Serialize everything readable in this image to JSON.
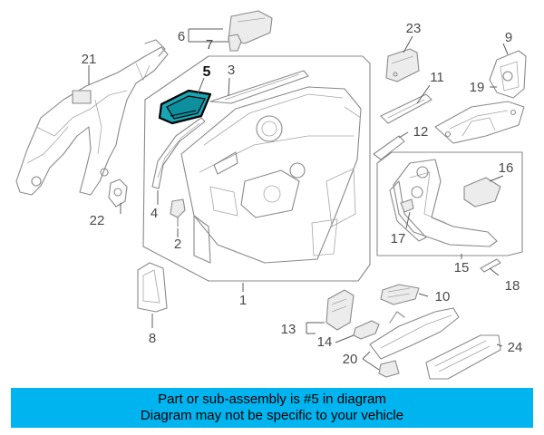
{
  "diagram": {
    "callouts": {
      "c1": "1",
      "c2": "2",
      "c3": "3",
      "c4": "4",
      "c5": "5",
      "c6": "6",
      "c7": "7",
      "c8": "8",
      "c9": "9",
      "c10": "10",
      "c11": "11",
      "c12": "12",
      "c13": "13",
      "c14": "14",
      "c15": "15",
      "c16": "16",
      "c17": "17",
      "c18": "18",
      "c19": "19",
      "c20": "20",
      "c21": "21",
      "c22": "22",
      "c23": "23",
      "c24": "24"
    },
    "highlight_part": "5",
    "colors": {
      "highlight_fill": "#1aa5b5",
      "highlight_stroke": "#000000",
      "line": "#8a8a8a",
      "banner": "#00b4f0"
    }
  },
  "banner": {
    "line1": "Part or sub-assembly is #5 in diagram",
    "line2": "Diagram may not be specific to your vehicle"
  }
}
